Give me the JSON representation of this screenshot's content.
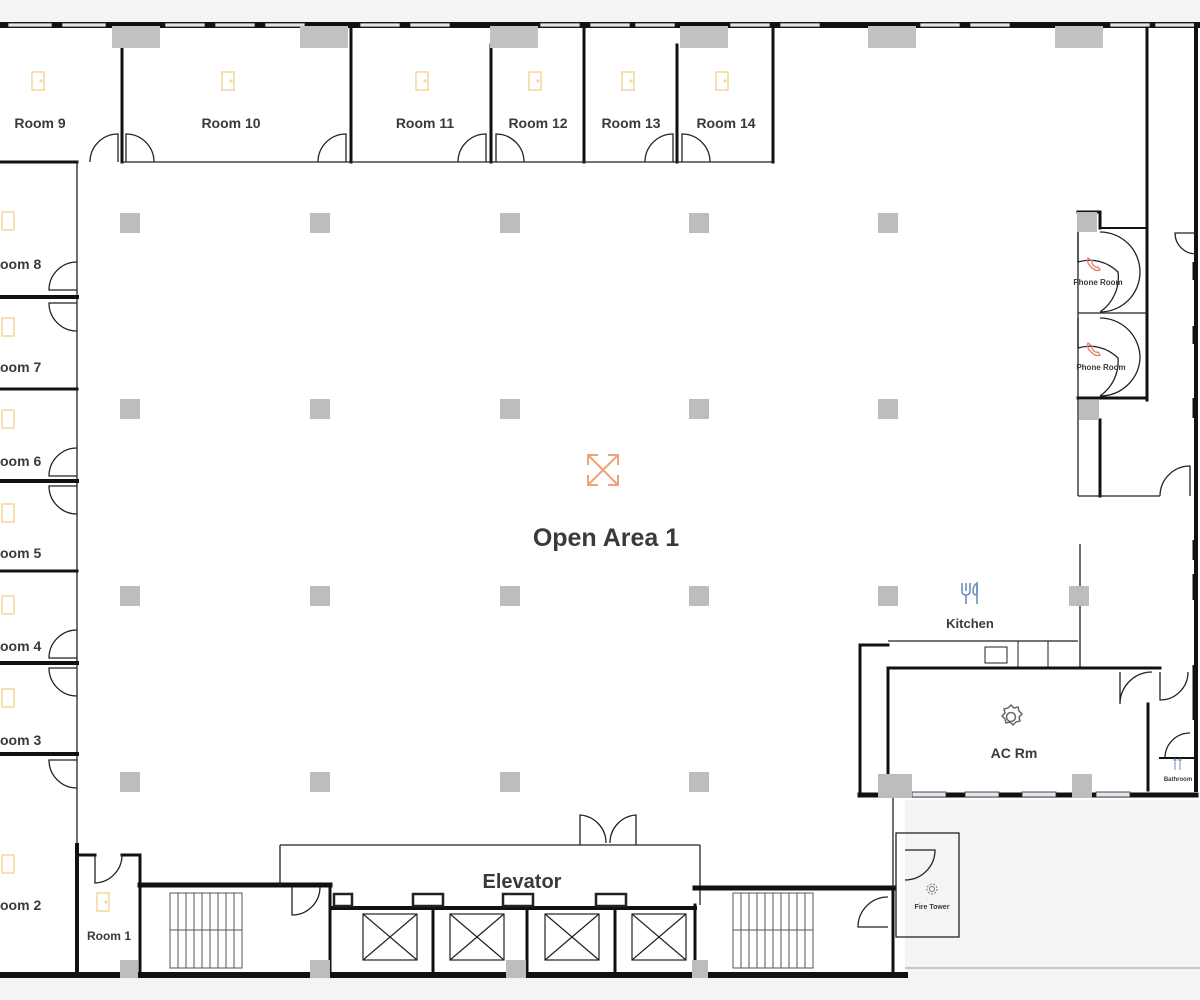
{
  "map": {
    "open_area_label": "Open Area 1",
    "rooms": {
      "room1": "Room 1",
      "room2": "oom 2",
      "room3": "oom 3",
      "room4": "oom 4",
      "room5": "oom 5",
      "room6": "oom 6",
      "room7": "oom 7",
      "room8": "oom 8",
      "room9": "Room 9",
      "room10": "Room 10",
      "room11": "Room 11",
      "room12": "Room 12",
      "room13": "Room 13",
      "room14": "Room 14"
    },
    "phone_room_a": "Phone Room",
    "phone_room_b": "Phone Room",
    "kitchen": "Kitchen",
    "ac_room": "AC Rm",
    "elevator": "Elevator",
    "fire_tower": "Fire Tower",
    "bathroom": "Bathroom"
  },
  "icons": {
    "room_icon": "door-icon",
    "open_area_icon": "expand-arrows-icon",
    "phone_icon": "phone-icon",
    "kitchen_icon": "fork-knife-icon",
    "ac_icon": "gear-icon",
    "fire_tower_icon": "gear-icon",
    "bathroom_icon": "restroom-icon"
  },
  "colors": {
    "room_icon": "#f5d8a0",
    "open_area_icon": "#f0a27a",
    "phone_icon": "#e9826a",
    "kitchen_icon": "#6c8fc4",
    "column": "#bdbdbd",
    "wall": "#111111"
  }
}
